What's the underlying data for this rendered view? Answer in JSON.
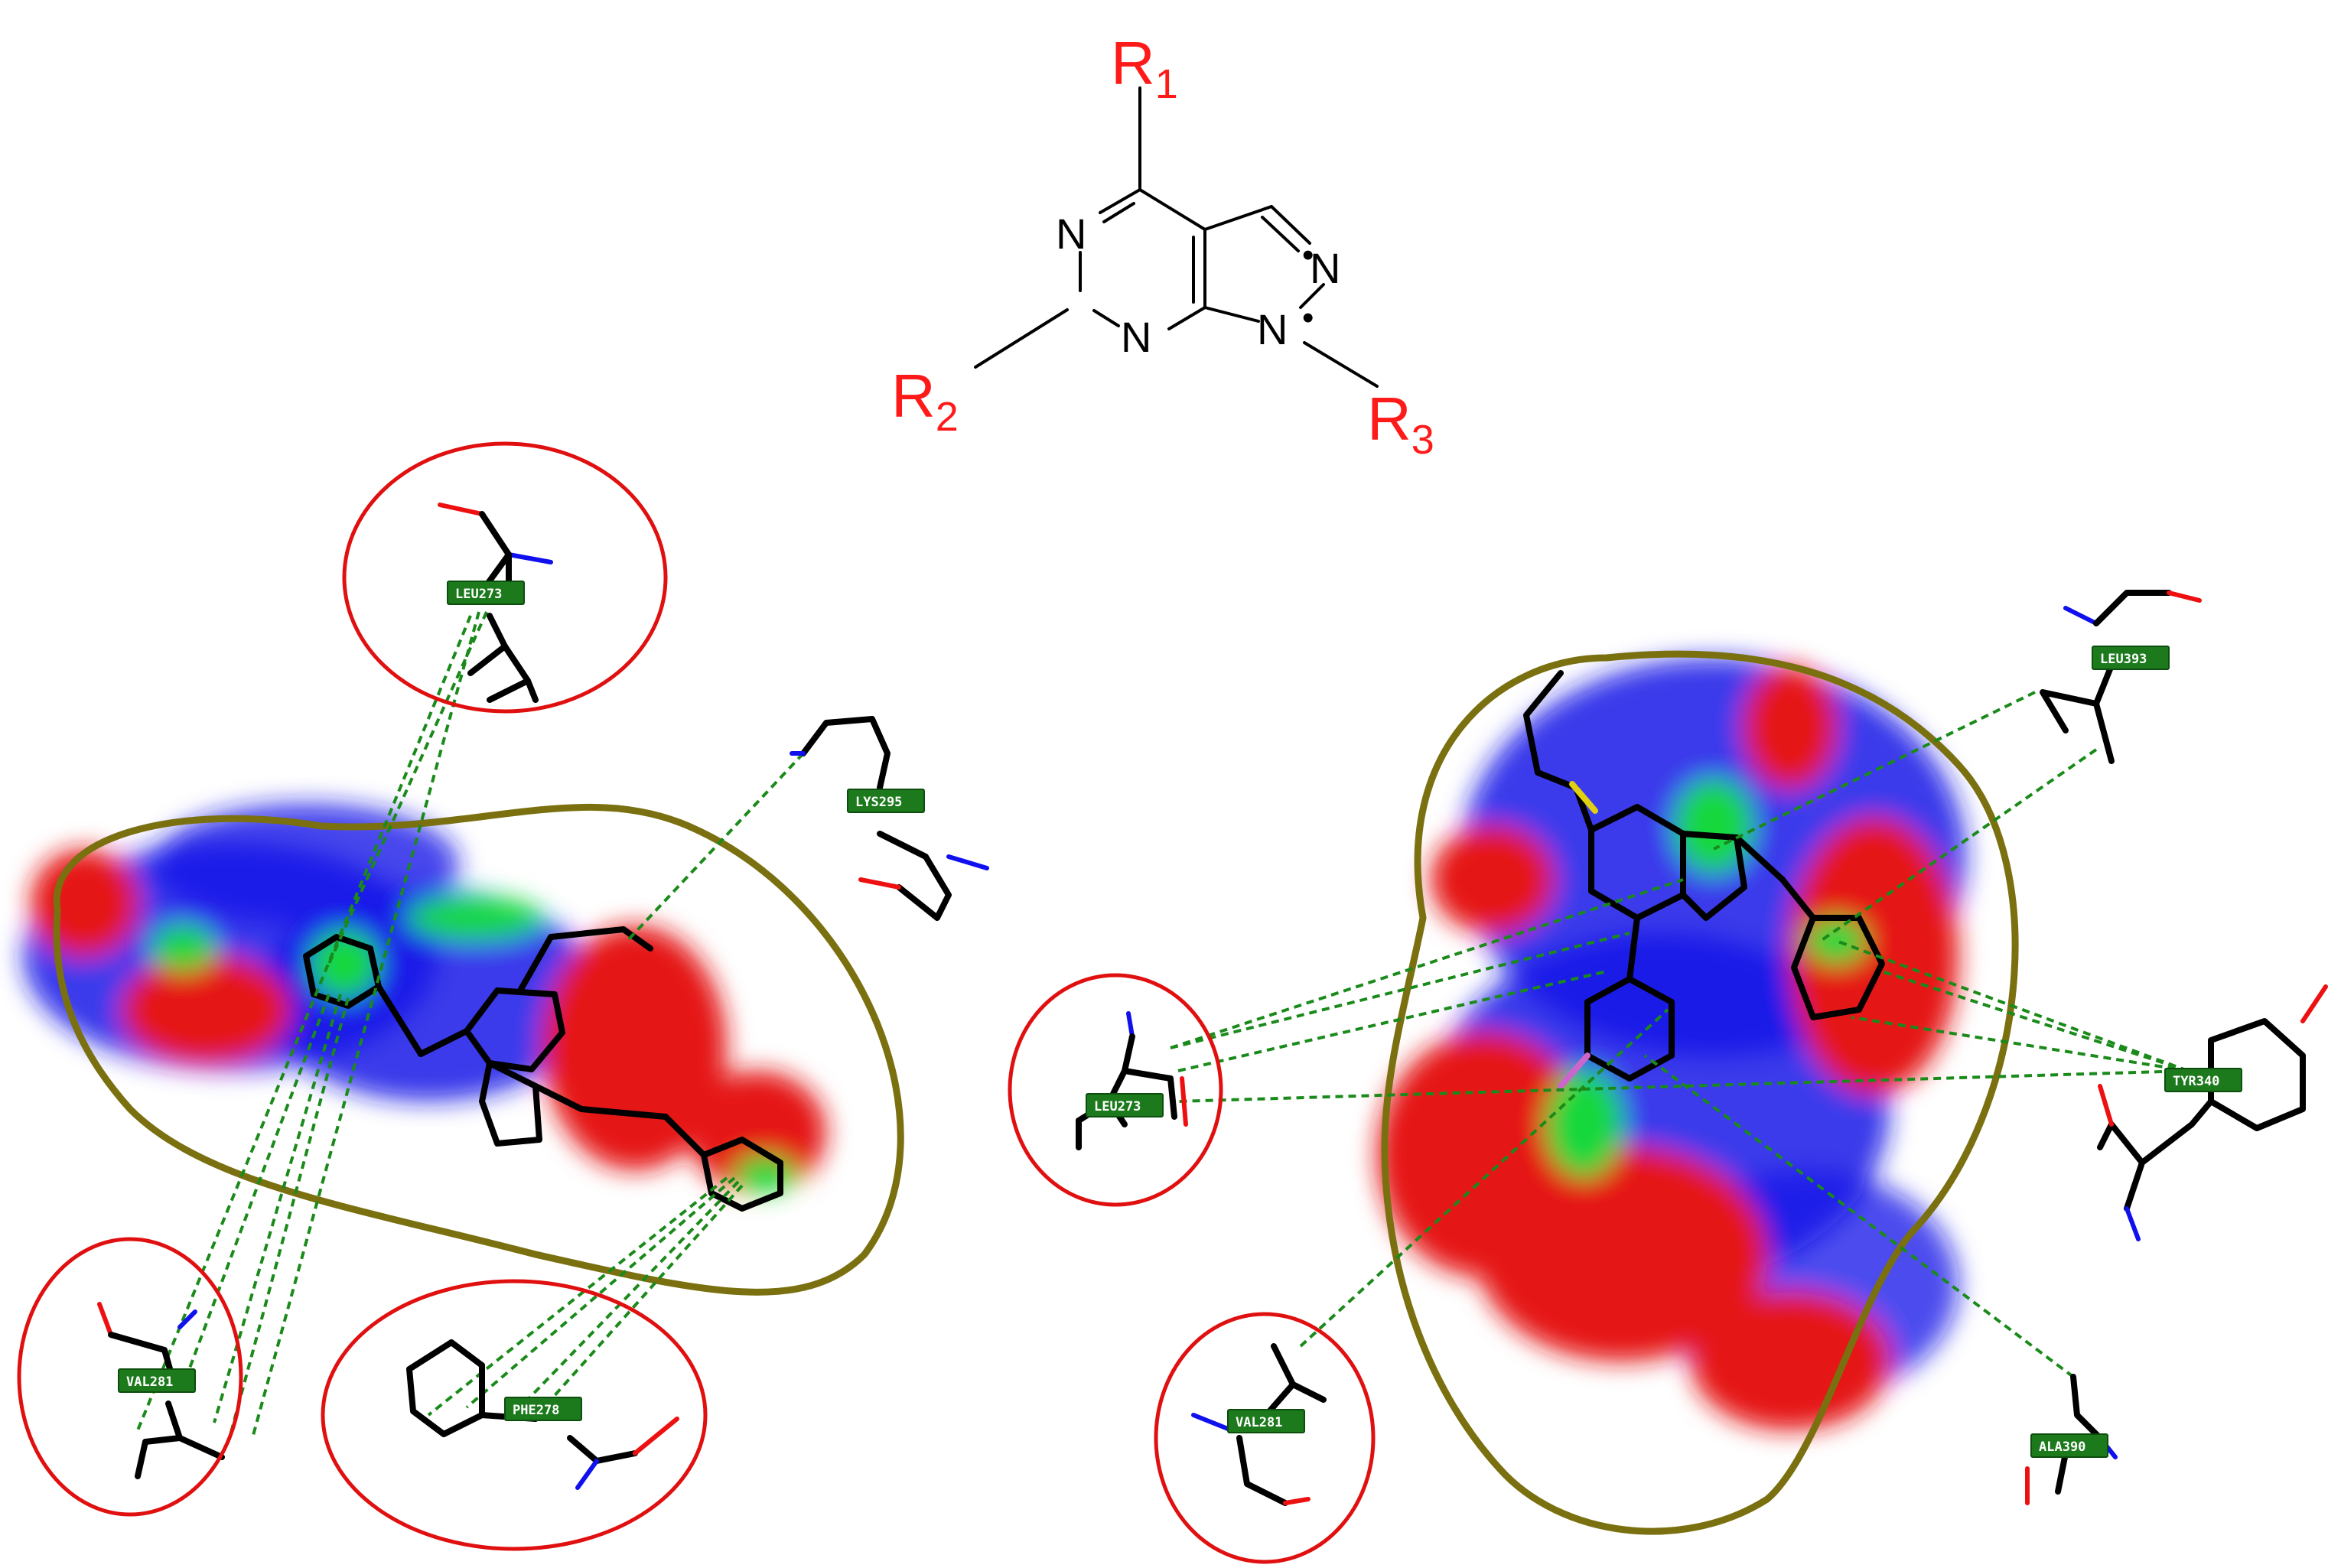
{
  "scaffold": {
    "atoms": {
      "n_top": "N",
      "n_bottom": "N",
      "n_pyrazole": "N",
      "n1": "N"
    },
    "r_groups": [
      {
        "base": "R",
        "sub": "1"
      },
      {
        "base": "R",
        "sub": "2"
      },
      {
        "base": "R",
        "sub": "3"
      }
    ]
  },
  "left_panel": {
    "residues": [
      "LEU273",
      "LYS295",
      "VAL281",
      "PHE278"
    ]
  },
  "right_panel": {
    "residues": [
      "LEU393",
      "LEU273",
      "TYR340",
      "VAL281",
      "ALA390"
    ]
  },
  "colors": {
    "r_group": "#ff1a1a",
    "highlight_circle": "#e01010",
    "residue_tag": "#1c7a1c",
    "interaction_line": "#1a8a1a",
    "pocket_outline": "#7a7010",
    "surface_donor": "#1010ee",
    "surface_acceptor": "#ee1010",
    "surface_hydrophobic": "#10dd40"
  }
}
